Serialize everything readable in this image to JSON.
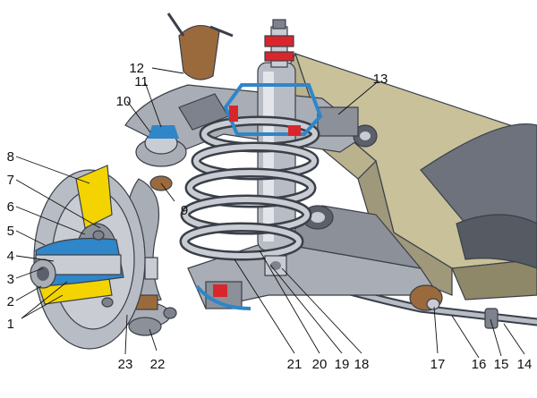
{
  "colors": {
    "steel_light": "#c9ccd3",
    "steel_mid": "#9a9ea8",
    "steel_dark": "#5b606b",
    "frame_tan": "#c8c19a",
    "frame_tan_dark": "#9f987a",
    "accent_red": "#d9262c",
    "accent_blue": "#2f86c9",
    "accent_yellow": "#f3d400",
    "rubber_brown": "#9b6a3c"
  },
  "callouts": [
    {
      "id": "1",
      "label": "1"
    },
    {
      "id": "2",
      "label": "2"
    },
    {
      "id": "3",
      "label": "3"
    },
    {
      "id": "4",
      "label": "4"
    },
    {
      "id": "5",
      "label": "5"
    },
    {
      "id": "6",
      "label": "6"
    },
    {
      "id": "7",
      "label": "7"
    },
    {
      "id": "8",
      "label": "8"
    },
    {
      "id": "9",
      "label": "9"
    },
    {
      "id": "10",
      "label": "10"
    },
    {
      "id": "11",
      "label": "11"
    },
    {
      "id": "12",
      "label": "12"
    },
    {
      "id": "13",
      "label": "13"
    },
    {
      "id": "14",
      "label": "14"
    },
    {
      "id": "15",
      "label": "15"
    },
    {
      "id": "16",
      "label": "16"
    },
    {
      "id": "17",
      "label": "17"
    },
    {
      "id": "18",
      "label": "18"
    },
    {
      "id": "19",
      "label": "19"
    },
    {
      "id": "20",
      "label": "20"
    },
    {
      "id": "21",
      "label": "21"
    },
    {
      "id": "22",
      "label": "22"
    },
    {
      "id": "23",
      "label": "23"
    }
  ]
}
